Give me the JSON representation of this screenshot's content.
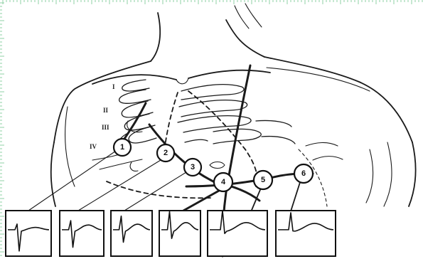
{
  "diagram": {
    "rib_labels": [
      "I",
      "II",
      "III",
      "IV"
    ],
    "electrodes": [
      {
        "id": "V1",
        "label": "1"
      },
      {
        "id": "V2",
        "label": "2"
      },
      {
        "id": "V3",
        "label": "3"
      },
      {
        "id": "V4",
        "label": "4"
      },
      {
        "id": "V5",
        "label": "5"
      },
      {
        "id": "V6",
        "label": "6"
      }
    ],
    "ecg_tracings": [
      {
        "lead": 1,
        "r": 0.25,
        "s": 0.85,
        "t": 0.15
      },
      {
        "lead": 2,
        "r": 0.4,
        "s": 0.7,
        "t": 0.3
      },
      {
        "lead": 3,
        "r": 0.6,
        "s": 0.5,
        "t": 0.35
      },
      {
        "lead": 4,
        "r": 0.8,
        "s": 0.35,
        "t": 0.45
      },
      {
        "lead": 5,
        "r": 0.85,
        "s": 0.15,
        "t": 0.45
      },
      {
        "lead": 6,
        "r": 0.75,
        "s": 0.05,
        "t": 0.4
      }
    ],
    "colors": {
      "ink": "#1a1a1a",
      "border_ticks": "#8fd1a4",
      "background": "#ffffff"
    }
  }
}
